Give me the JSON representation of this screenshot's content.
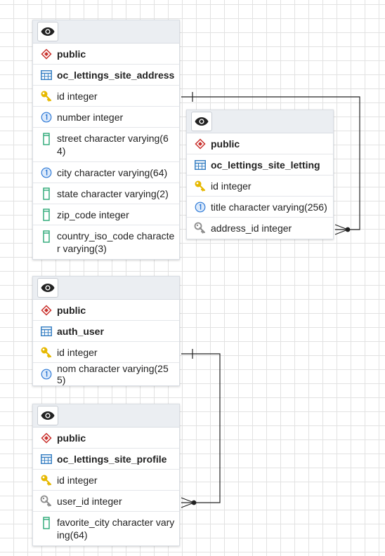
{
  "tables": [
    {
      "schema": "public",
      "name": "oc_lettings_site_address",
      "columns": [
        {
          "text": "id integer",
          "icon": "primary-key-icon"
        },
        {
          "text": "number integer",
          "icon": "not-null-icon"
        },
        {
          "text": "street character varying(64)",
          "icon": "column-icon"
        },
        {
          "text": "city character varying(64)",
          "icon": "not-null-icon"
        },
        {
          "text": "state character varying(2)",
          "icon": "column-icon"
        },
        {
          "text": "zip_code integer",
          "icon": "column-icon"
        },
        {
          "text": "country_iso_code character varying(3)",
          "icon": "column-icon"
        }
      ]
    },
    {
      "schema": "public",
      "name": "oc_lettings_site_letting",
      "columns": [
        {
          "text": "id integer",
          "icon": "primary-key-icon"
        },
        {
          "text": "title character varying(256)",
          "icon": "not-null-icon"
        },
        {
          "text": "address_id integer",
          "icon": "foreign-key-icon"
        }
      ]
    },
    {
      "schema": "public",
      "name": "auth_user",
      "columns": [
        {
          "text": "id integer",
          "icon": "primary-key-icon"
        },
        {
          "text": "nom character varying(255)",
          "icon": "not-null-icon"
        }
      ]
    },
    {
      "schema": "public",
      "name": "oc_lettings_site_profile",
      "columns": [
        {
          "text": "id integer",
          "icon": "primary-key-icon"
        },
        {
          "text": "user_id integer",
          "icon": "foreign-key-icon"
        },
        {
          "text": "favorite_city character varying(64)",
          "icon": "column-icon"
        }
      ]
    }
  ],
  "colors": {
    "key": "#e6b800",
    "not_null": "#2f7ad6",
    "column": "#2aa876",
    "schema": "#c9302c",
    "table_icon": "#3b82c4",
    "fk": "#8c8c8c",
    "line": "#222222"
  }
}
